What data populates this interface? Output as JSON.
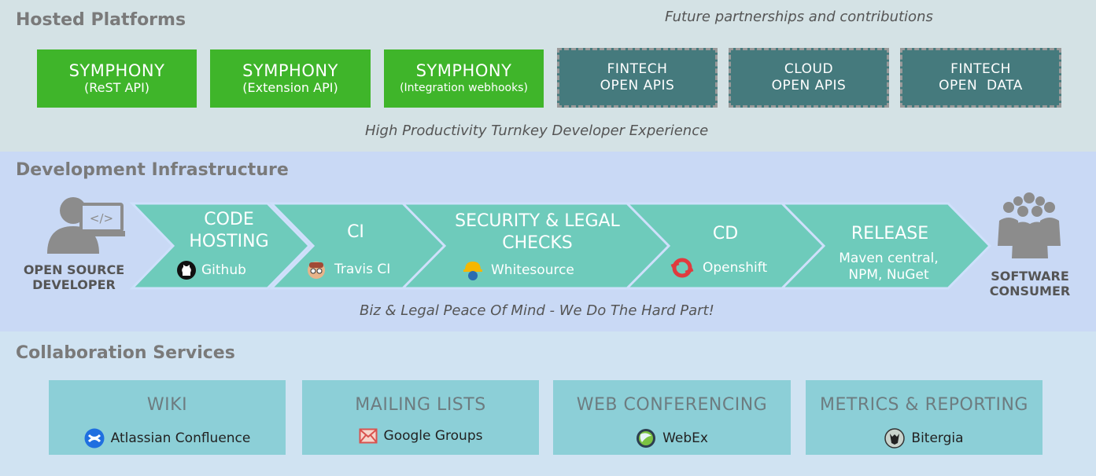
{
  "hosted": {
    "title": "Hosted Platforms",
    "future_note": "Future partnerships and contributions",
    "tagline": "High Productivity Turnkey Developer Experience",
    "boxes": [
      {
        "line1": "SYMPHONY",
        "line2": "(ReST API)",
        "style": "green"
      },
      {
        "line1": "SYMPHONY",
        "line2": "(Extension API)",
        "style": "green"
      },
      {
        "line1": "SYMPHONY",
        "line2": "(Integration webhooks)",
        "style": "green"
      },
      {
        "line1": "FINTECH",
        "line2": "OPEN APIS",
        "style": "dashed"
      },
      {
        "line1": "CLOUD",
        "line2": "OPEN APIS",
        "style": "dashed"
      },
      {
        "line1": "FINTECH",
        "line2": "OPEN  DATA",
        "style": "dashed"
      }
    ]
  },
  "dev": {
    "title": "Development Infrastructure",
    "developer_label_1": "OPEN SOURCE",
    "developer_label_2": "DEVELOPER",
    "consumer_label_1": "SOFTWARE",
    "consumer_label_2": "CONSUMER",
    "tagline": "Biz & Legal Peace Of Mind - We Do The Hard Part!",
    "stages": [
      {
        "title1": "CODE",
        "title2": "HOSTING",
        "tool": "Github",
        "icon": "github-icon"
      },
      {
        "title1": "CI",
        "title2": "",
        "tool": "Travis CI",
        "icon": "travis-icon"
      },
      {
        "title1": "SECURITY & LEGAL",
        "title2": "CHECKS",
        "tool": "Whitesource",
        "icon": "whitesource-icon"
      },
      {
        "title1": "CD",
        "title2": "",
        "tool": "Openshift",
        "icon": "openshift-icon"
      },
      {
        "title1": "RELEASE",
        "title2": "",
        "tool1": "Maven central,",
        "tool2": "NPM, NuGet"
      }
    ],
    "colors": {
      "chevron": "#6ecbbb"
    }
  },
  "collab": {
    "title": "Collaboration Services",
    "cards": [
      {
        "title": "WIKI",
        "tool": "Atlassian Confluence",
        "icon": "confluence-icon"
      },
      {
        "title": "MAILING LISTS",
        "tool": "Google Groups",
        "icon": "mail-icon"
      },
      {
        "title": "WEB CONFERENCING",
        "tool": "WebEx",
        "icon": "webex-icon"
      },
      {
        "title": "METRICS & REPORTING",
        "tool": "Bitergia",
        "icon": "bitergia-icon"
      }
    ]
  }
}
